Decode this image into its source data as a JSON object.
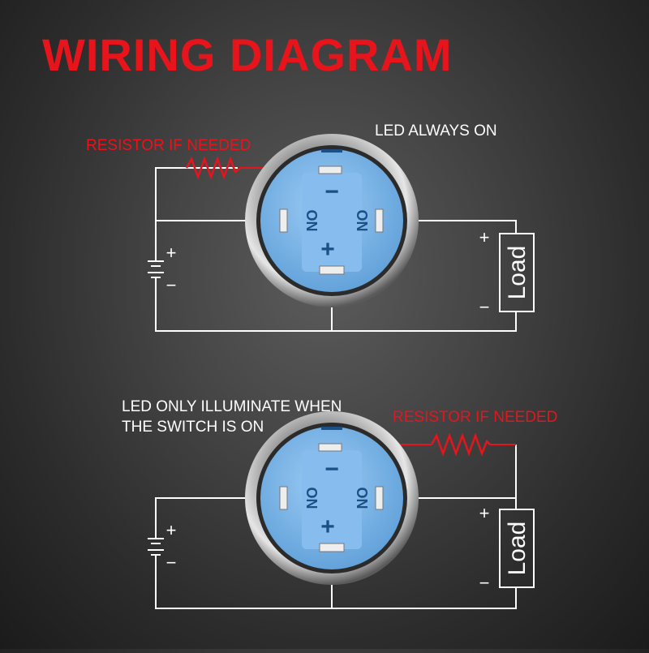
{
  "title": "WIRING DIAGRAM",
  "colors": {
    "accent": "#e8141c",
    "switch_face": "#7fb8ec",
    "wire": "#ffffff"
  },
  "diagram_top": {
    "note": "LED ALWAYS ON",
    "resistor_label": "RESISTOR IF NEEDED",
    "battery_plus": "+",
    "battery_minus": "−",
    "load_plus": "+",
    "load_minus": "−",
    "load_label": "Load",
    "switch": {
      "pin_left": "ON",
      "pin_right": "ON",
      "pin_top": "−",
      "pin_bottom": "+"
    }
  },
  "diagram_bottom": {
    "note_line1": "LED ONLY ILLUMINATE WHEN",
    "note_line2": "THE SWITCH IS ON",
    "resistor_label": "RESISTOR IF NEEDED",
    "battery_plus": "+",
    "battery_minus": "−",
    "load_plus": "+",
    "load_minus": "−",
    "load_label": "Load",
    "switch": {
      "pin_left": "ON",
      "pin_right": "ON",
      "pin_top": "−",
      "pin_bottom": "+"
    }
  }
}
